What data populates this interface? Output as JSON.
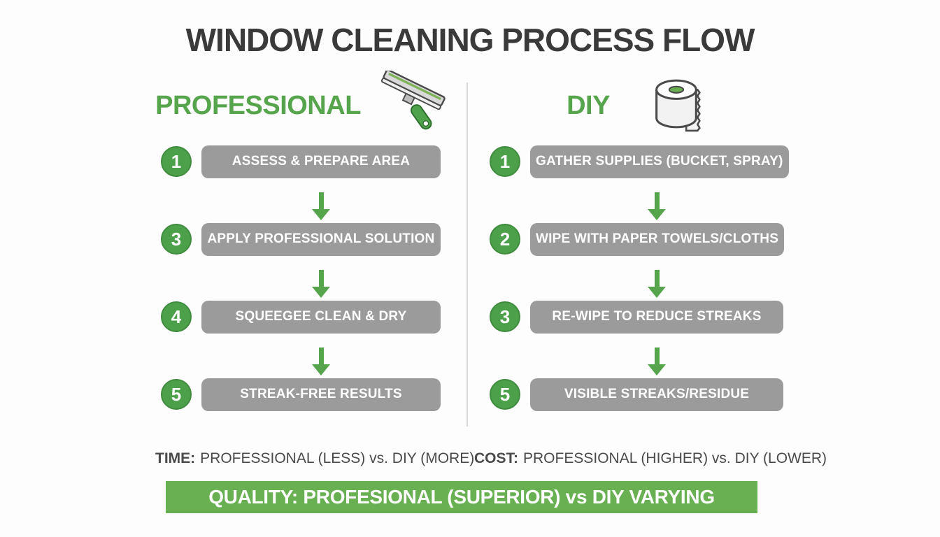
{
  "title": "WINDOW CLEANING PROCESS FLOW",
  "colors": {
    "accent_green": "#56a44c",
    "circle_green": "#4da04a",
    "banner_green": "#68b052",
    "step_box_gray": "#9b9b9b",
    "title_gray": "#3a3a3a",
    "divider_gray": "#d8d8d8",
    "background": "#fdfdfd"
  },
  "columns": [
    {
      "header": "PROFESSIONAL",
      "icon": "squeegee-icon",
      "steps": [
        {
          "num": "1",
          "label": "ASSESS & PREPARE AREA"
        },
        {
          "num": "3",
          "label": "APPLY PROFESSIONAL SOLUTION"
        },
        {
          "num": "4",
          "label": "SQUEEGEE CLEAN & DRY"
        },
        {
          "num": "5",
          "label": "STREAK-FREE RESULTS"
        }
      ]
    },
    {
      "header": "DIY",
      "icon": "paper-towel-icon",
      "steps": [
        {
          "num": "1",
          "label": "GATHER SUPPLIES (BUCKET, SPRAY)"
        },
        {
          "num": "2",
          "label": "WIPE WITH PAPER TOWELS/CLOTHS"
        },
        {
          "num": "3",
          "label": "RE-WIPE TO REDUCE STREAKS"
        },
        {
          "num": "5",
          "label": "VISIBLE STREAKS/RESIDUE"
        }
      ]
    }
  ],
  "footer": {
    "time_label": "TIME:",
    "time_text": "PROFESSIONAL (LESS) vs. DIY (MORE)",
    "cost_label": "COST:",
    "cost_text": "PROFESSIONAL (HIGHER) vs. DIY (LOWER)",
    "quality_banner": "QUALITY: PROFESIONAL (SUPERIOR) vs DIY VARYING"
  }
}
